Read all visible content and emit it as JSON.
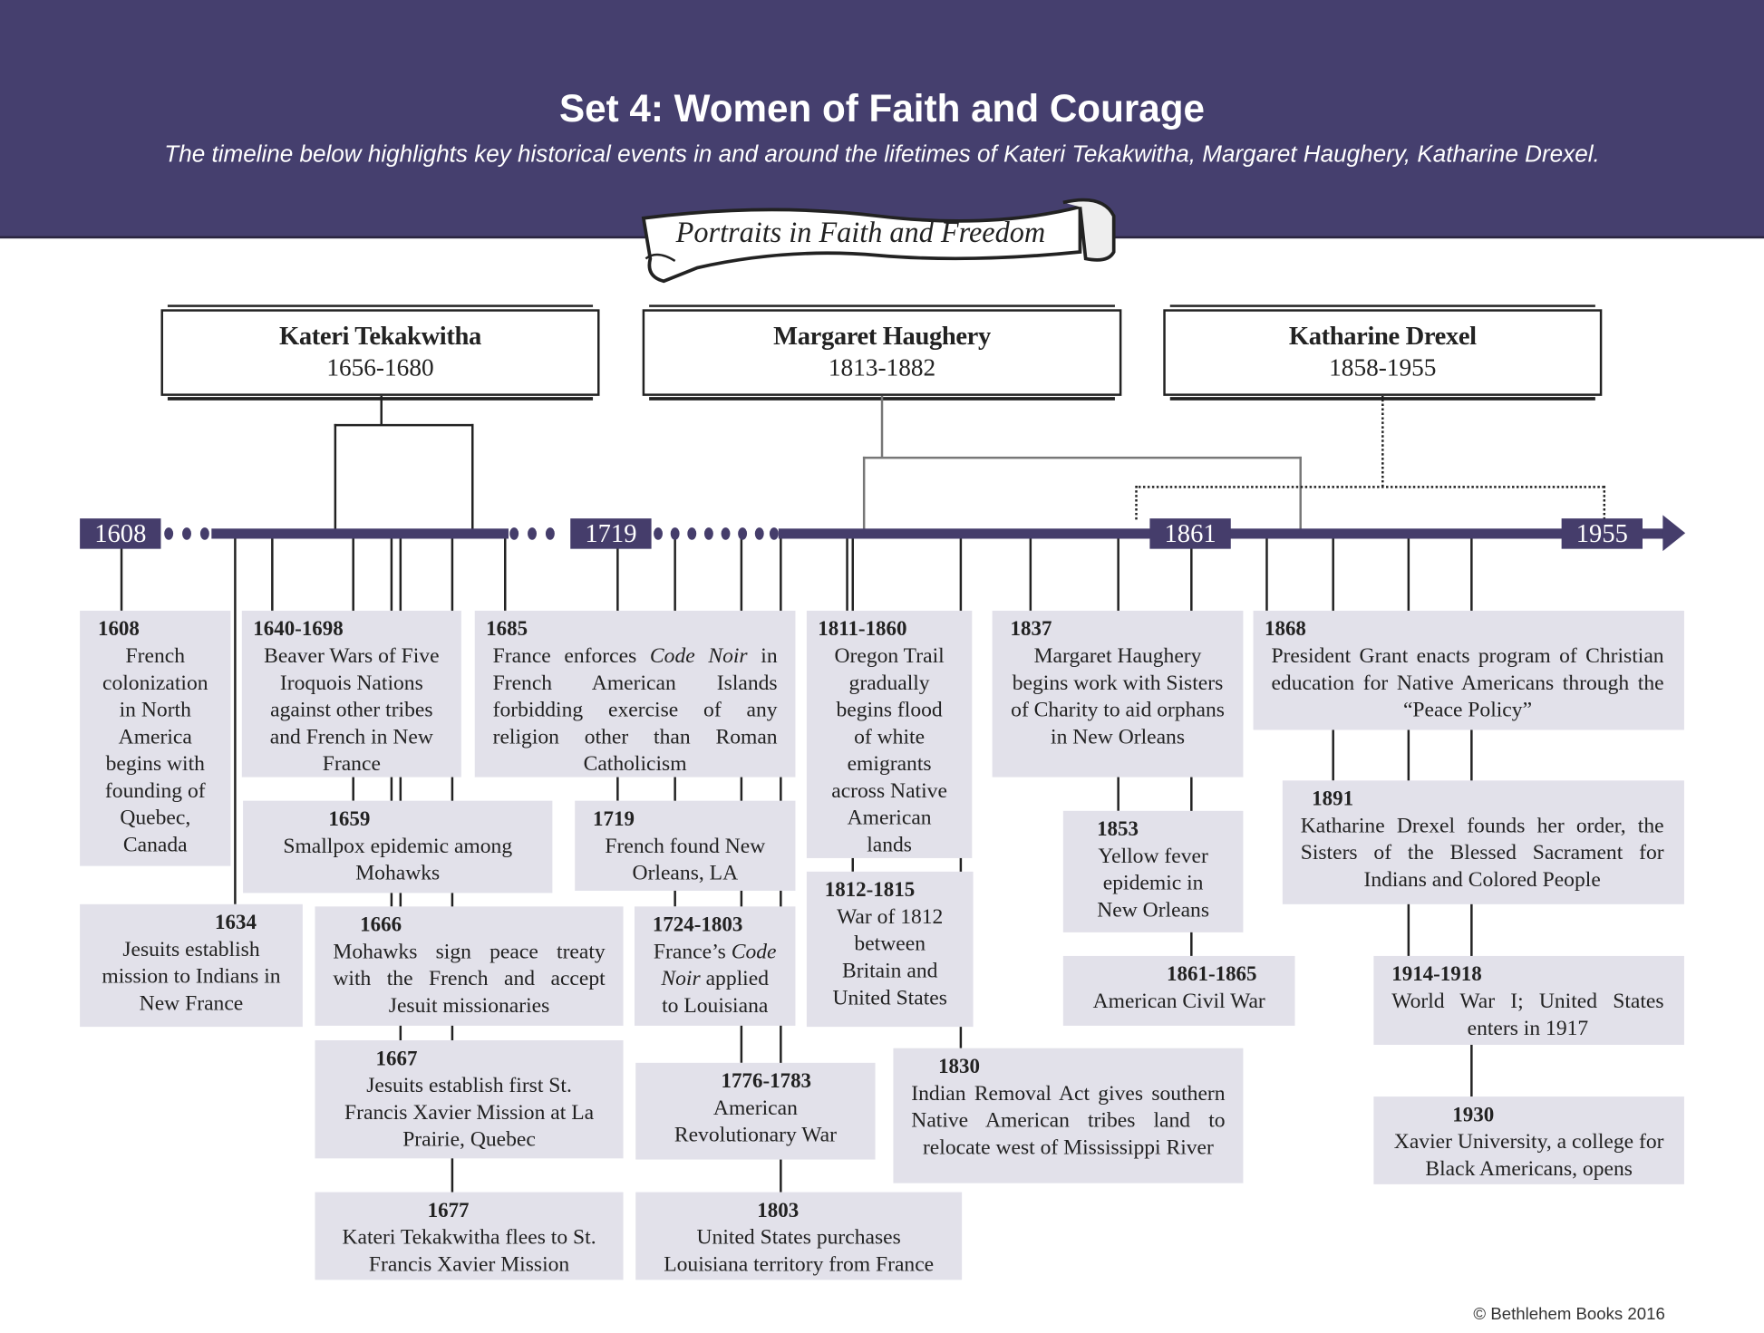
{
  "header": {
    "title": "Set 4: Women of Faith and Courage",
    "subtitle": "The timeline below highlights key historical events in and around the lifetimes of Kateri Tekakwitha, Margaret Haughery, Katharine Drexel."
  },
  "banner": {
    "text": "Portraits in Faith and Freedom"
  },
  "people": [
    {
      "name": "Kateri Tekakwitha",
      "years": "1656-1680"
    },
    {
      "name": "Margaret Haughery",
      "years": "1813-1882"
    },
    {
      "name": "Katharine Drexel",
      "years": "1858-1955"
    }
  ],
  "timeline_markers": [
    "1608",
    "1719",
    "1861",
    "1955"
  ],
  "events": [
    {
      "date": "1608",
      "text": [
        {
          "t": "French colonization in North America begins with founding of Quebec, Canada"
        }
      ]
    },
    {
      "date": "1640-1698",
      "text": [
        {
          "t": "Beaver Wars of Five Iroquois Nations against other tribes and French in New France"
        }
      ]
    },
    {
      "date": "1685",
      "text": [
        {
          "t": "France enforces "
        },
        {
          "t": "Code Noir",
          "i": true
        },
        {
          "t": " in French American Islands forbidding exercise of any religion other than Roman Catholicism"
        }
      ]
    },
    {
      "date": "1811-1860",
      "text": [
        {
          "t": "Oregon Trail gradually begins flood of white emigrants across Native American lands"
        }
      ]
    },
    {
      "date": "1837",
      "text": [
        {
          "t": "Margaret Haughery begins work with Sisters of Charity to aid orphans in New Orleans"
        }
      ]
    },
    {
      "date": "1868",
      "text": [
        {
          "t": "President Grant enacts program of Christian education for Native Americans through the “Peace Policy”"
        }
      ]
    },
    {
      "date": "1659",
      "text": [
        {
          "t": "Smallpox epidemic among Mohawks"
        }
      ]
    },
    {
      "date": "1719",
      "text": [
        {
          "t": "French found New Orleans, LA"
        }
      ]
    },
    {
      "date": "1634",
      "text": [
        {
          "t": "Jesuits establish mission to Indians in New France"
        }
      ]
    },
    {
      "date": "1666",
      "text": [
        {
          "t": "Mohawks sign peace treaty with the French and accept Jesuit missionaries"
        }
      ]
    },
    {
      "date": "1724-1803",
      "text": [
        {
          "t": "France’s "
        },
        {
          "t": "Code Noir",
          "i": true
        },
        {
          "t": " applied to Louisiana"
        }
      ]
    },
    {
      "date": "1812-1815",
      "text": [
        {
          "t": "War of 1812 between Britain and United States"
        }
      ]
    },
    {
      "date": "1853",
      "text": [
        {
          "t": "Yellow fever epidemic in New Orleans"
        }
      ]
    },
    {
      "date": "1861-1865",
      "text": [
        {
          "t": "American Civil War"
        }
      ]
    },
    {
      "date": "1891",
      "text": [
        {
          "t": "Katharine Drexel founds her order, the Sisters of the Blessed Sacrament for Indians and Colored People"
        }
      ]
    },
    {
      "date": "1914-1918",
      "text": [
        {
          "t": "World War I; United States enters in 1917"
        }
      ]
    },
    {
      "date": "1830",
      "text": [
        {
          "t": "Indian Removal Act gives southern Native American tribes land to relocate west of Mississippi River"
        }
      ]
    },
    {
      "date": "1667",
      "text": [
        {
          "t": "Jesuits establish first St. Francis Xavier Mission at La Prairie, Quebec"
        }
      ]
    },
    {
      "date": "1776-1783",
      "text": [
        {
          "t": "American Revolutionary War"
        }
      ]
    },
    {
      "date": "1677",
      "text": [
        {
          "t": "Kateri Tekakwitha flees to St. Francis Xavier Mission"
        }
      ]
    },
    {
      "date": "1803",
      "text": [
        {
          "t": "United States purchases Louisiana territory from France"
        }
      ]
    },
    {
      "date": "1930",
      "text": [
        {
          "t": "Xavier University, a college for Black Americans, opens"
        }
      ]
    }
  ],
  "footer": {
    "copyright": "© Bethlehem Books 2016"
  },
  "colors": {
    "header": "#453f6e",
    "timeline": "#453d6b",
    "event_box": "#e2e1ea"
  }
}
